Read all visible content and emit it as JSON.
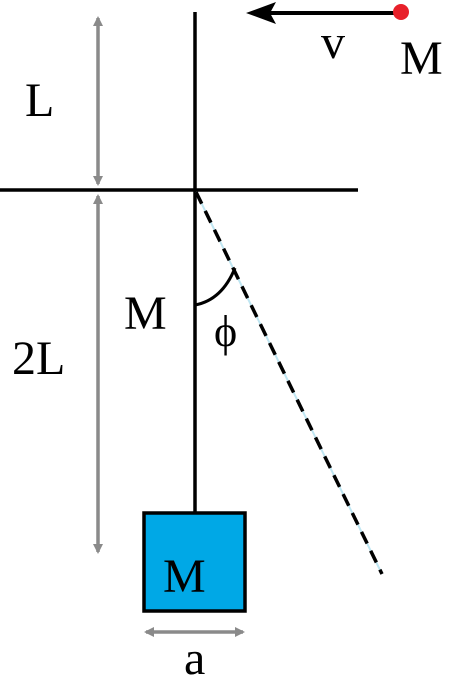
{
  "labels": {
    "top_length": "L",
    "bottom_length": "2L",
    "velocity": "v",
    "particle_mass": "M",
    "rod_mass": "M",
    "angle": "ϕ",
    "block_mass": "M",
    "block_width": "a"
  },
  "colors": {
    "line": "#000000",
    "dimension_arrow": "#8a8a8a",
    "particle": "#e8202a",
    "block_fill": "#00a8e6",
    "dashed_highlight": "#bfe6f2"
  }
}
